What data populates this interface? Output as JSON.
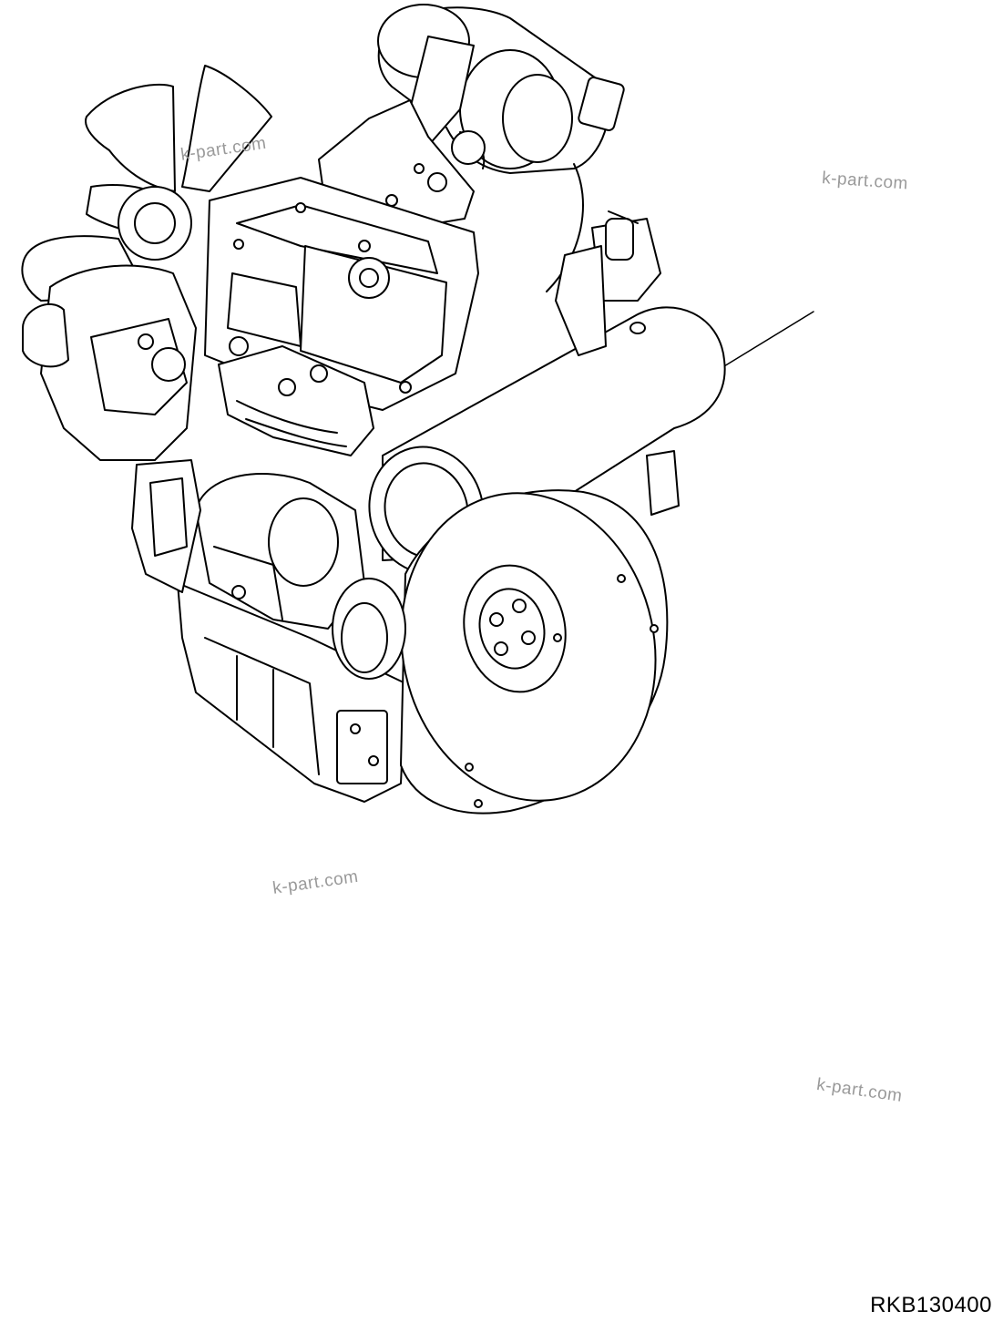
{
  "watermarks": [
    "k-part.com",
    "k-part.com",
    "k-part.com",
    "k-part.com"
  ],
  "drawing_id": "RKB130400",
  "line_color": "#000000",
  "watermark_color": "#9a9a9a",
  "illustration": "engine-assembly-line-drawing"
}
